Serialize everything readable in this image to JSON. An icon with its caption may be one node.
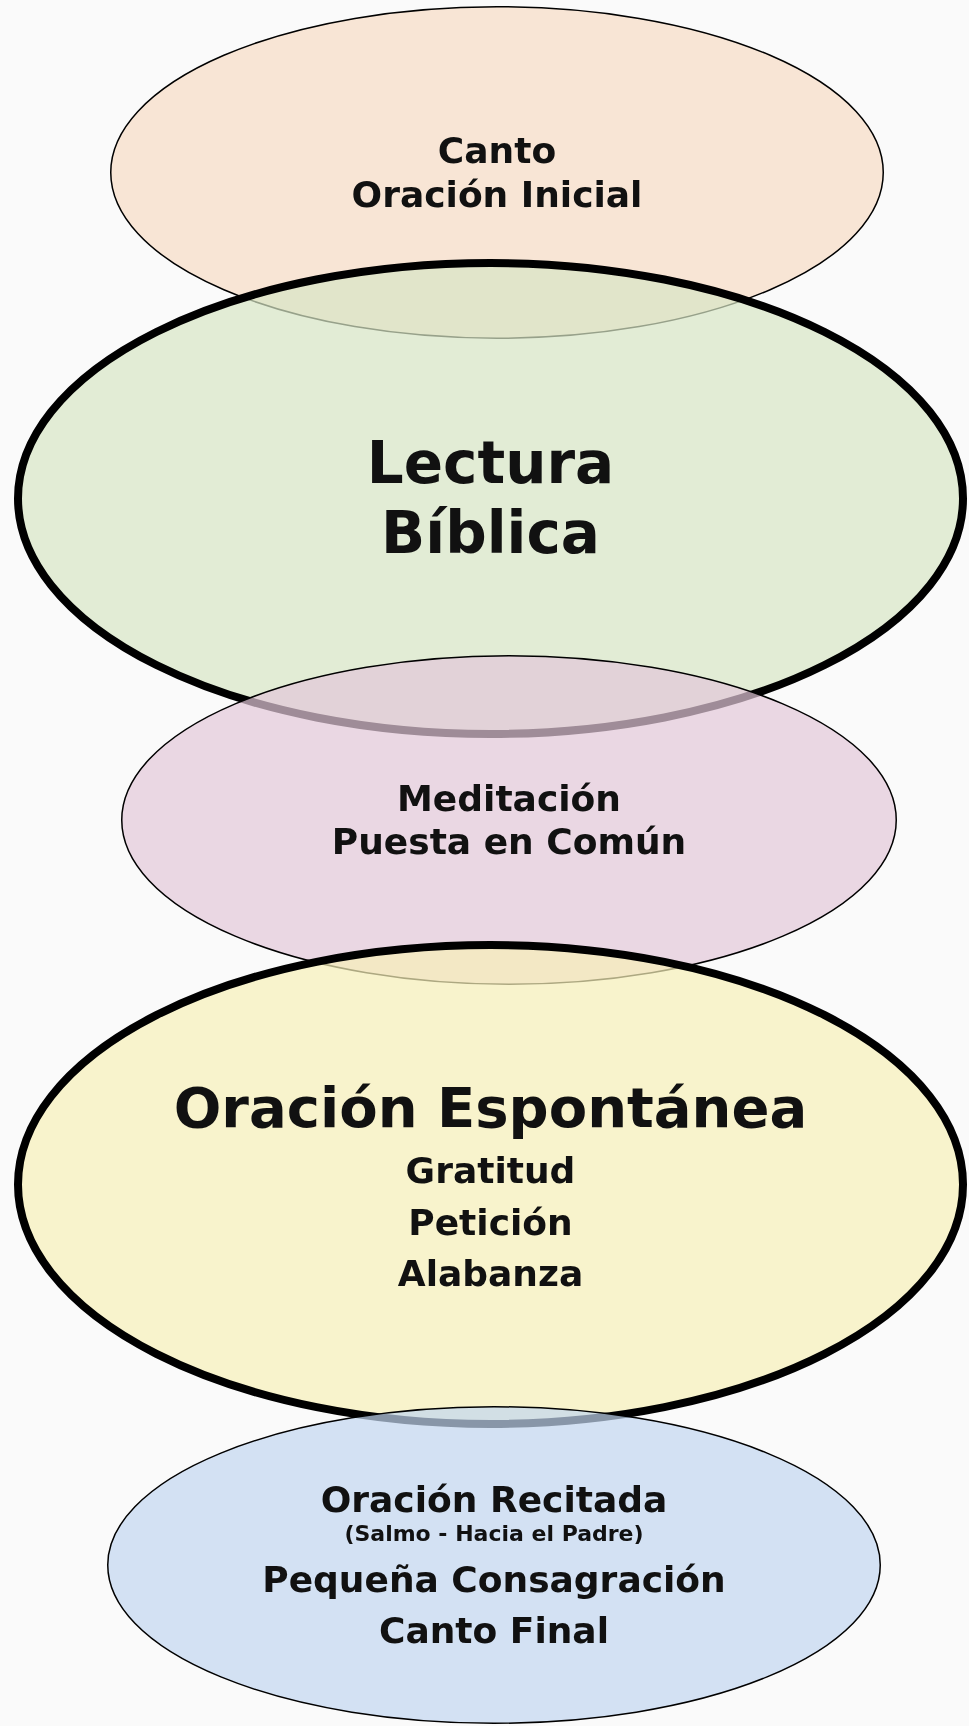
{
  "diagram": {
    "nodes": [
      {
        "text": [
          "Canto",
          "Oración Inicial"
        ]
      },
      {
        "text": [
          "Lectura Bíblica"
        ]
      },
      {
        "text": [
          "Meditación",
          "Puesta en Común"
        ]
      },
      {
        "text": [
          "Oración Espontánea",
          "Gratitud",
          "Petición",
          "Alabanza"
        ]
      },
      {
        "text": [
          "Oración Recitada",
          "(Salmo - Hacia el Padre)",
          "Pequeña Consagración",
          "Canto Final"
        ]
      }
    ]
  }
}
